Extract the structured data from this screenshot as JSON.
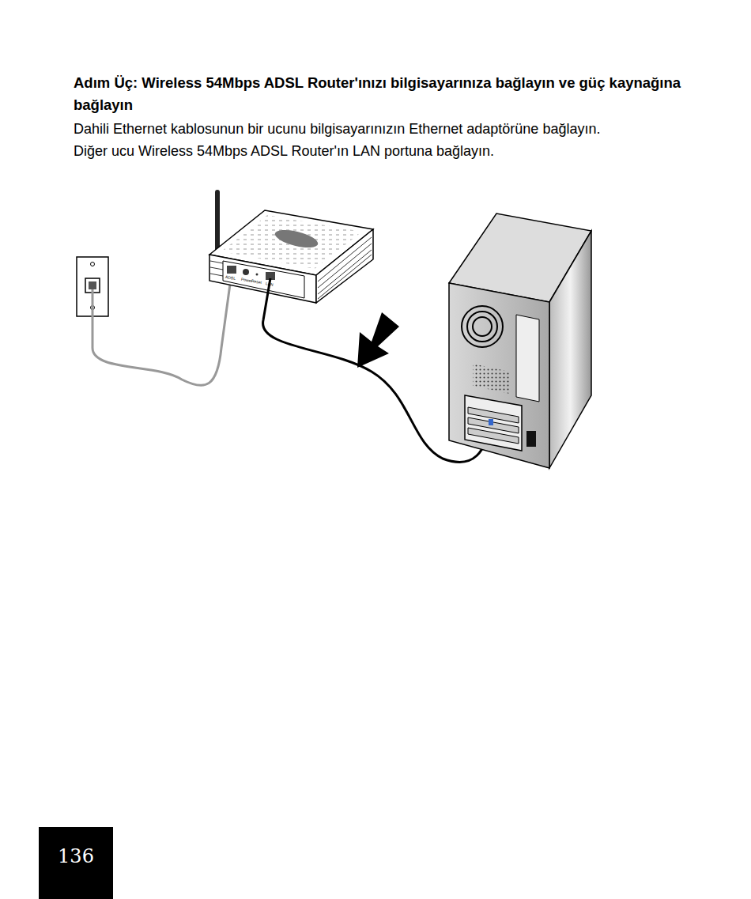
{
  "diagram": {
    "title": "Adım Üç: Wireless 54Mbps ADSL Router'ınızı bilgisayarınıza bağlayın ve güç kaynağına bağlayın",
    "nodes": [
      {
        "text": [
          "136"
        ]
      }
    ],
    "labels": [
      "Dahili Ethernet kablosunun bir ucunu bilgisayarınızın Ethernet adaptörüne bağlayın.",
      "Diğer ucu Wireless 54Mbps ADSL Router'ın LAN portuna bağlayın.",
      "ADSL",
      "Power",
      "Reset",
      "LAN"
    ]
  }
}
